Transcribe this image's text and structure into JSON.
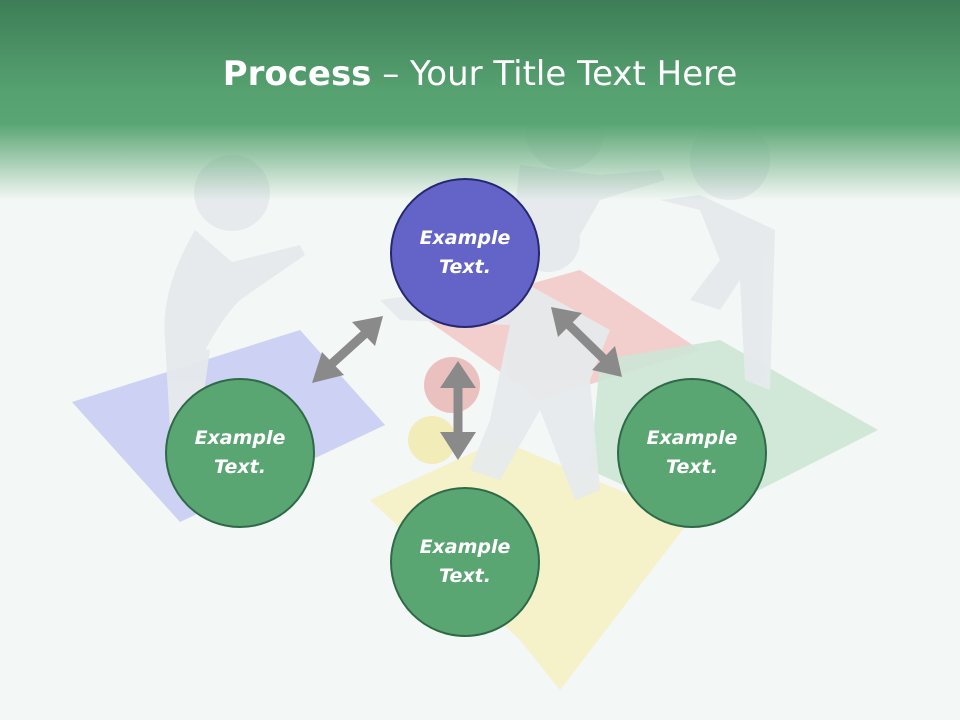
{
  "slide": {
    "title_bold": "Process",
    "title_rest": " – Your Title Text Here"
  },
  "nodes": {
    "top": "Example Text.",
    "left": "Example Text.",
    "right": "Example Text.",
    "bottom": "Example Text."
  },
  "colors": {
    "header_green": "#56a170",
    "node_green": "#5aa673",
    "node_green_border": "#2f6a48",
    "node_blue": "#6464c8",
    "node_blue_border": "#252870",
    "arrow_gray": "#8a8a8a"
  },
  "icons": {
    "background": "puzzle-team-illustration",
    "connectors": "double-headed-arrow"
  }
}
